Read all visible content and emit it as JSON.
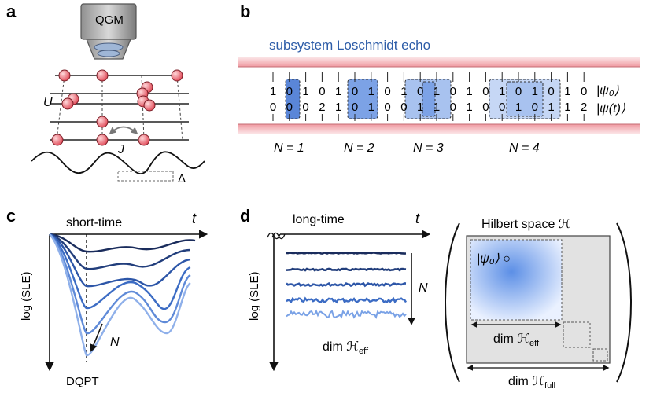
{
  "panels": {
    "a": "a",
    "b": "b",
    "c": "c",
    "d": "d"
  },
  "panel_a": {
    "microscope_label": "QGM",
    "u_label": "U",
    "j_label": "J",
    "delta_label": "Δ"
  },
  "panel_b": {
    "title": "subsystem Loschmidt echo",
    "row_top": [
      "1",
      "0",
      "1",
      "0",
      "1",
      "0",
      "1",
      "0",
      "1",
      "0",
      "1",
      "0",
      "1",
      "0",
      "1",
      "0",
      "1",
      "0",
      "1",
      "0"
    ],
    "row_bottom": [
      "0",
      "0",
      "0",
      "2",
      "1",
      "0",
      "1",
      "0",
      "0",
      "1",
      "1",
      "0",
      "1",
      "0",
      "0",
      "1",
      "0",
      "1",
      "1",
      "2"
    ],
    "ket_psi0": "|ψ₀⟩",
    "ket_psit": "|ψ(t)⟩",
    "n_labels": [
      "N = 1",
      "N = 2",
      "N = 3",
      "N = 4"
    ]
  },
  "panel_c": {
    "title": "short-time",
    "t_label": "t",
    "y_label": "log (SLE)",
    "n_label": "N",
    "dqpt_label": "DQPT"
  },
  "panel_d": {
    "title": "long-time",
    "t_label": "t",
    "y_label": "log (SLE)",
    "n_label": "N",
    "dim_eff_label": "dim ℋ",
    "dim_eff_sub": "eff",
    "hilbert_title": "Hilbert space ℋ",
    "psi0_label": "|ψ₀⟩ ○",
    "box_dim_eff": "dim ℋ",
    "box_dim_eff_sub": "eff",
    "box_dim_full": "dim ℋ",
    "box_dim_full_sub": "full"
  },
  "colors": {
    "pink": "#f2a3a9",
    "pink_light": "#fbe3e4",
    "blue_dark": "#1f3f7a",
    "blue_mid": "#3b6fc4",
    "blue_light": "#9ab8ec",
    "lattice_red": "#e24b56",
    "box_gray": "#e0e0e0"
  }
}
